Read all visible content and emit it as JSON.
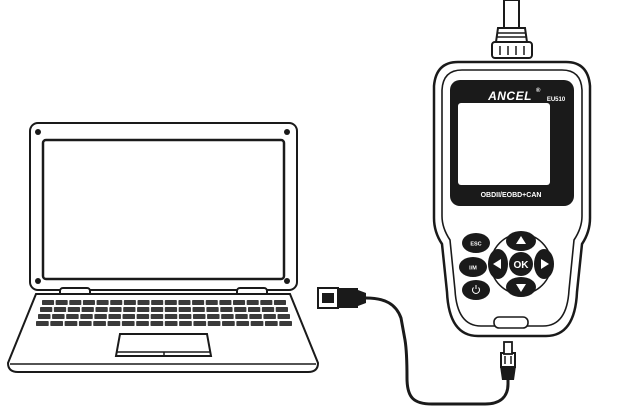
{
  "device": {
    "brand": "ANCEL",
    "registered_mark": "®",
    "model": "EU510",
    "protocol_label": "OBDII/EOBD+CAN",
    "buttons": {
      "esc": "ESC",
      "im": "I/M",
      "power_icon": "power-icon",
      "ok": "OK"
    }
  },
  "laptop": {
    "keyboard_icon": "keyboard"
  },
  "cable": {
    "connector_left": "usb-a-plug-icon",
    "connector_right": "mini-usb-plug-icon"
  },
  "colors": {
    "line": "#1a1a1a",
    "screen_fill": "#ffffff",
    "device_bezel": "#1a1a1a",
    "keys": "#3a3a3a",
    "background": "#ffffff"
  }
}
